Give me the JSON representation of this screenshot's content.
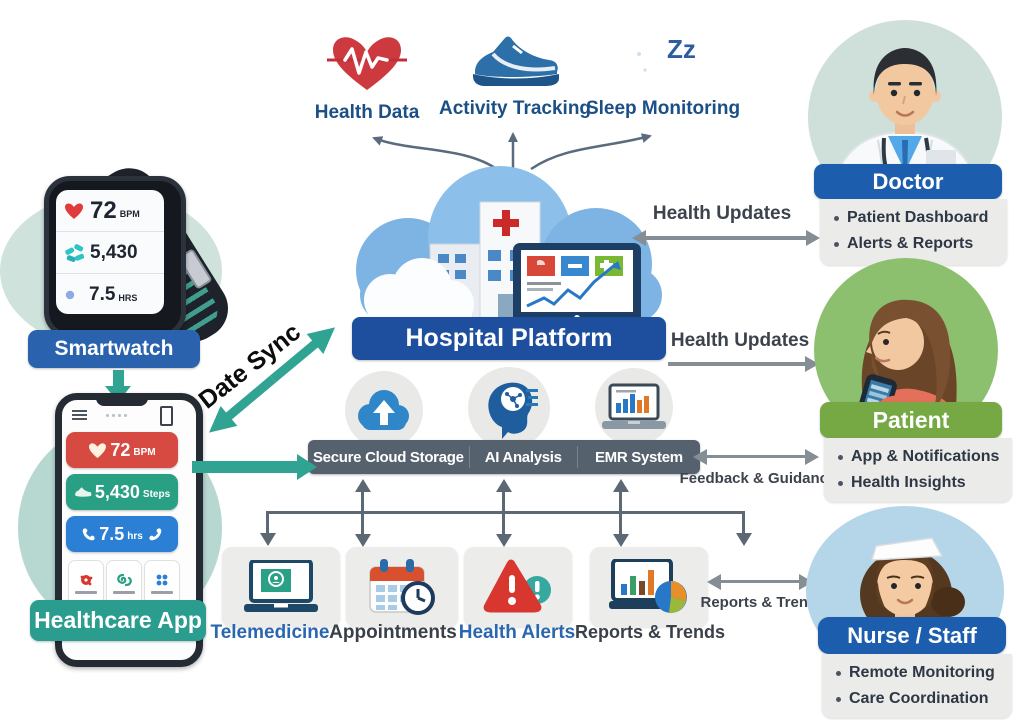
{
  "colors": {
    "teal_accent": "#31a392",
    "platform_blue": "#1d4f9e",
    "role_blue": "#1d5dad",
    "patient_green": "#76a844",
    "services_slate": "#55626e",
    "alert_red": "#d8372f",
    "arrow_gray": "#858d95",
    "sensor_text_blue": "#1b4f86"
  },
  "sensors": [
    {
      "label": "Health Data",
      "icon": "heart-ecg-icon"
    },
    {
      "label": "Activity Tracking",
      "icon": "sneaker-icon"
    },
    {
      "label": "Sleep Monitoring",
      "icon": "moon-icon",
      "zz": "Zz"
    }
  ],
  "smartwatch": {
    "label": "Smartwatch",
    "metrics": [
      {
        "value": "72",
        "unit": "BPM",
        "icon": "heart-icon"
      },
      {
        "value": "5,430",
        "unit": "",
        "icon": "steps-icon"
      },
      {
        "value": "7.5",
        "unit": "HRS",
        "icon": "sleep-moon-icon"
      }
    ]
  },
  "app": {
    "label": "Healthcare App",
    "metrics": [
      {
        "value": "72",
        "unit": "BPM",
        "icon": "heart-icon"
      },
      {
        "value": "5,430",
        "unit": "Steps",
        "icon": "shoe-icon"
      },
      {
        "value": "7.5",
        "unit": "hrs",
        "icon": "phone-call-icon"
      }
    ]
  },
  "sync": {
    "label": "Date Sync"
  },
  "platform": {
    "label": "Hospital Platform"
  },
  "services": [
    {
      "label": "Secure Cloud Storage",
      "icon": "cloud-upload-icon"
    },
    {
      "label": "AI Analysis",
      "icon": "ai-head-icon"
    },
    {
      "label": "EMR System",
      "icon": "emr-laptop-icon"
    }
  ],
  "features": [
    {
      "label": "Telemedicine",
      "icon": "telemedicine-laptop-icon"
    },
    {
      "label": "Appointments",
      "icon": "calendar-clock-icon"
    },
    {
      "label": "Health Alerts",
      "icon": "warning-icon"
    },
    {
      "label": "Reports & Trends",
      "icon": "charts-pie-icon"
    }
  ],
  "roles": [
    {
      "title": "Doctor",
      "bullets": [
        "Patient Dashboard",
        "Alerts & Reports"
      ]
    },
    {
      "title": "Patient",
      "bullets": [
        "App & Notifications",
        "Health Insights"
      ]
    },
    {
      "title": "Nurse / Staff",
      "bullets": [
        "Remote Monitoring",
        "Care Coordination"
      ]
    }
  ],
  "flows": [
    {
      "label": "Health Updates"
    },
    {
      "label": "Health Updates"
    },
    {
      "label": "Feedback & Guidance"
    },
    {
      "label": "Reports & Trends"
    }
  ]
}
